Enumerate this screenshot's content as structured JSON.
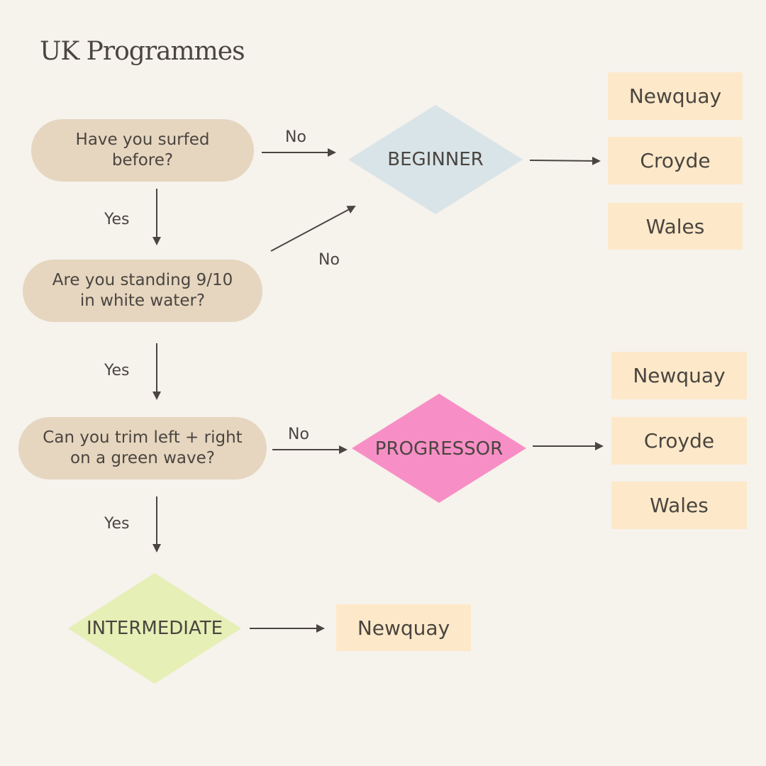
{
  "title": "UK Programmes",
  "questions": {
    "q1": "Have you surfed\nbefore?",
    "q2": "Are you standing 9/10\nin white water?",
    "q3": "Can you trim left + right\non a green wave?"
  },
  "levels": {
    "beginner": {
      "label": "BEGINNER",
      "color": "#d9e4e8"
    },
    "progressor": {
      "label": "PROGRESSOR",
      "color": "#f78fc6"
    },
    "intermediate": {
      "label": "INTERMEDIATE",
      "color": "#e6efb5"
    }
  },
  "edges": {
    "q1_no": "No",
    "q1_yes": "Yes",
    "q2_no": "No",
    "q2_yes": "Yes",
    "q3_no": "No",
    "q3_yes": "Yes"
  },
  "beginner_locations": [
    "Newquay",
    "Croyde",
    "Wales"
  ],
  "progressor_locations": [
    "Newquay",
    "Croyde",
    "Wales"
  ],
  "intermediate_locations": [
    "Newquay"
  ],
  "colors": {
    "background": "#f6f2ec",
    "question_fill": "#e6d6bf",
    "location_fill": "#fde9c9",
    "arrow": "#4a4540"
  }
}
